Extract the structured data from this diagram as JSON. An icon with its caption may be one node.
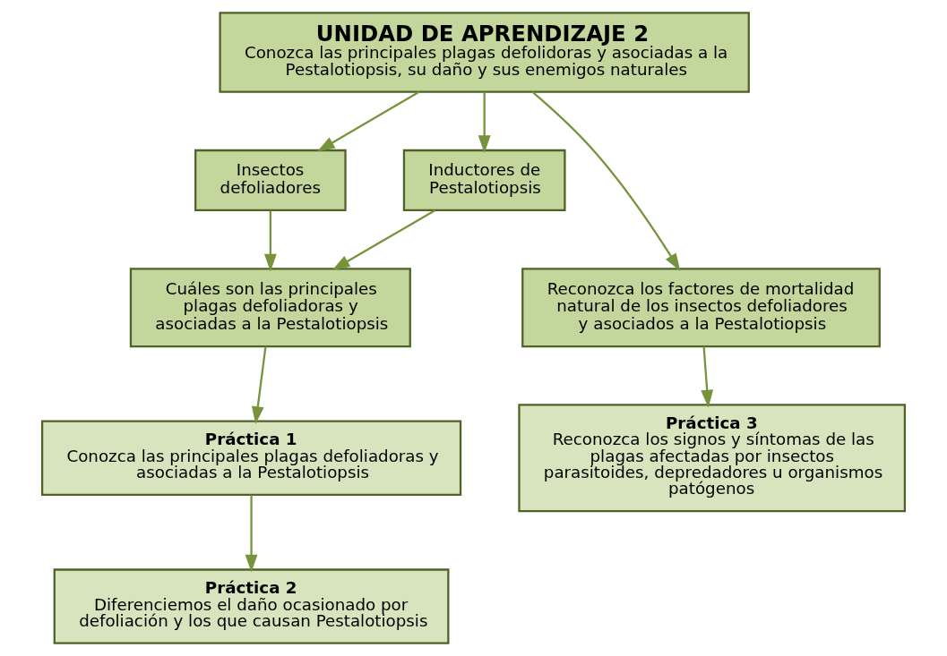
{
  "diagram": {
    "nodes": [
      {
        "text": [
          "UNIDAD DE APRENDIZAJE 2",
          "Conozca las principales plagas defolidoras y asociadas a la Pestalotiopsis, su daño y sus enemigos naturales"
        ]
      },
      {
        "text": [
          "Insectos defoliadores"
        ]
      },
      {
        "text": [
          "Inductores de Pestalotiopsis"
        ]
      },
      {
        "text": [
          "Cuáles son las principales plagas defoliadoras y asociadas a la Pestalotiopsis"
        ]
      },
      {
        "text": [
          "Reconozca los factores de mortalidad natural de los insectos defoliadores y asociados a la Pestalotiopsis"
        ]
      },
      {
        "text": [
          "Práctica 1",
          "Conozca las principales plagas defoliadoras y asociadas a la Pestalotiopsis"
        ]
      },
      {
        "text": [
          "Práctica 3",
          "Reconozca los signos y síntomas de las plagas afectadas por insectos parasitoides, depredadores u organismos patógenos"
        ]
      },
      {
        "text": [
          "Práctica 2",
          "Diferenciemos el daño ocasionado por defoliación y los que causan Pestalotiopsis"
        ]
      }
    ],
    "edges": [
      {
        "from": 0,
        "to": 1,
        "arrow": "to"
      },
      {
        "from": 0,
        "to": 2,
        "arrow": "to"
      },
      {
        "from": 0,
        "to": 4,
        "arrow": "to"
      },
      {
        "from": 1,
        "to": 3,
        "arrow": "to"
      },
      {
        "from": 2,
        "to": 3,
        "arrow": "to"
      },
      {
        "from": 3,
        "to": 5,
        "arrow": "to"
      },
      {
        "from": 5,
        "to": 7,
        "arrow": "to"
      },
      {
        "from": 4,
        "to": 6,
        "arrow": "to"
      }
    ]
  }
}
